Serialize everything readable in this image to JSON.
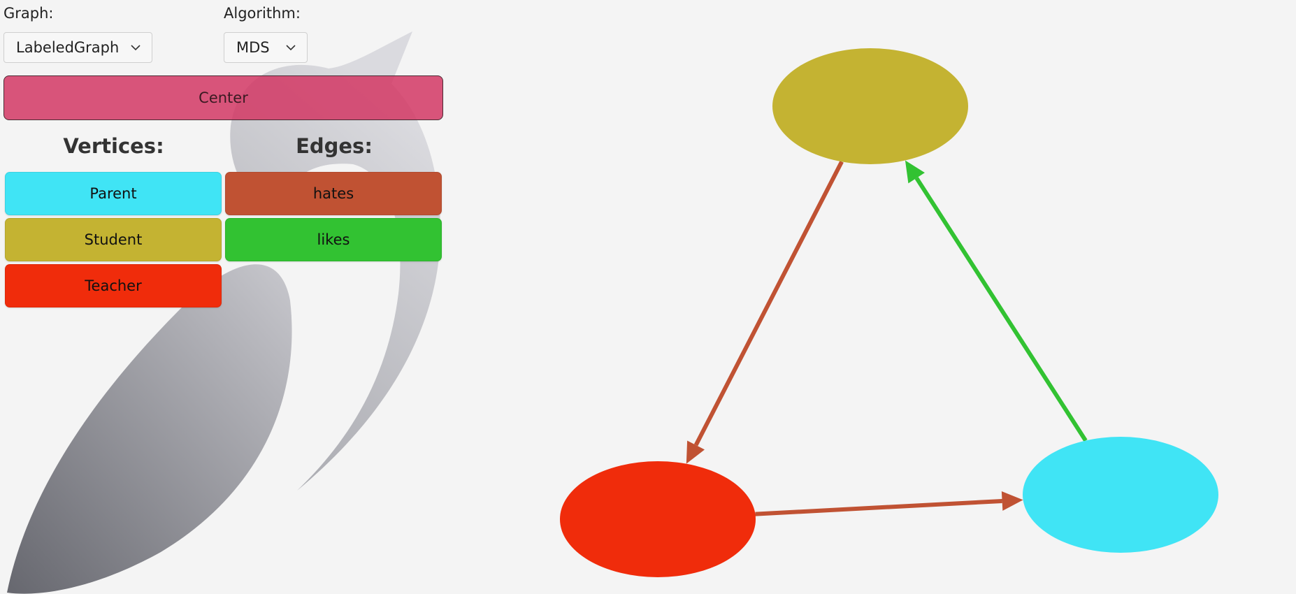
{
  "controls": {
    "graph_label": "Graph:",
    "graph_value": "LabeledGraph",
    "algorithm_label": "Algorithm:",
    "algorithm_value": "MDS",
    "center_label": "Center"
  },
  "legend": {
    "vertices_title": "Vertices:",
    "edges_title": "Edges:",
    "vertices": [
      {
        "label": "Parent",
        "color": "#40e4f5"
      },
      {
        "label": "Student",
        "color": "#c4b332"
      },
      {
        "label": "Teacher",
        "color": "#f02c0b"
      }
    ],
    "edges": [
      {
        "label": "hates",
        "color": "#c05233"
      },
      {
        "label": "likes",
        "color": "#32c232"
      }
    ]
  },
  "graph": {
    "nodes": [
      {
        "id": "student",
        "type": "Student"
      },
      {
        "id": "teacher",
        "type": "Teacher"
      },
      {
        "id": "parent",
        "type": "Parent"
      }
    ],
    "edges": [
      {
        "from": "student",
        "to": "teacher",
        "type": "hates"
      },
      {
        "from": "teacher",
        "to": "parent",
        "type": "hates"
      },
      {
        "from": "parent",
        "to": "student",
        "type": "likes"
      }
    ]
  },
  "icons": {
    "dropdown": "chevron-down-icon",
    "watermark": "logo-watermark-icon"
  }
}
